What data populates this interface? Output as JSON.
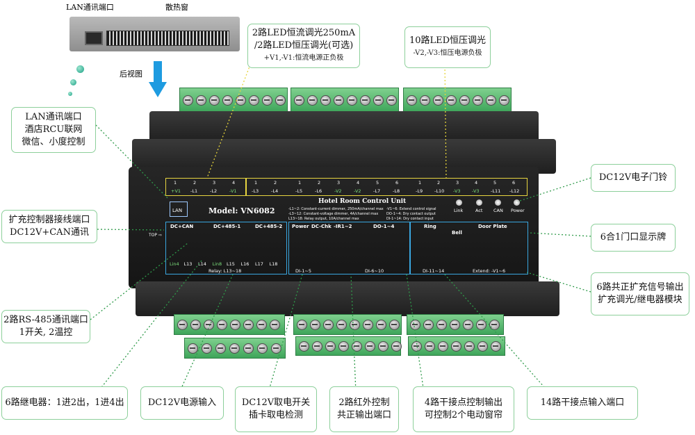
{
  "top_view": {
    "lan_label": "LAN通讯端口",
    "vent_label": "散热窗",
    "rear_view_label": "后视图"
  },
  "callouts": {
    "led_cc": {
      "line1": "2路LED恒流调光250mA",
      "line2": "/2路LED恒压调光(可选)",
      "sub": "+V1,-V1:恒流电源正负极"
    },
    "led_cv": {
      "line1": "10路LED恒压调光",
      "sub": "-V2,-V3:恒压电源负极"
    },
    "lan": {
      "line1": "LAN通讯端口",
      "line2": "酒店RCU联网",
      "line3": "微信、小度控制"
    },
    "expand": {
      "line1": "扩充控制器接线端口",
      "line2": "DC12V+CAN通讯"
    },
    "rs485": {
      "line1": "2路RS-485通讯端口",
      "line2": "1开关, 2温控"
    },
    "relay": {
      "line1": "6路继电器：1进2出，1进4出"
    },
    "power": {
      "line1": "DC12V电源输入"
    },
    "card": {
      "line1": "DC12V取电开关",
      "line2": "插卡取电检测"
    },
    "ir": {
      "line1": "2路红外控制",
      "line2": "共正输出端口"
    },
    "dry_out": {
      "line1": "4路干接点控制输出",
      "line2": "可控制2个电动窗帘"
    },
    "dry_in": {
      "line1": "14路干接点输入端口"
    },
    "bell": {
      "line1": "DC12V电子门铃"
    },
    "doorplate": {
      "line1": "6合1门口显示牌"
    },
    "extend": {
      "line1": "6路共正扩充信号输出",
      "line2": "扩充调光/继电器模块"
    }
  },
  "device": {
    "model": "Model: VN6082",
    "title": "Hotel Room Control Unit",
    "lan_port": "LAN",
    "top_marker": "TOP",
    "notes": [
      "-L1~2: Constant-current dimmer, 250mA/channel max",
      "-L3~12: Constant-voltage dimmer, 4A/channel max",
      "L13~18: Relay output, 10A/channel max",
      "-V1~6: Extend control signal",
      "DO-1~4: Dry contact output",
      "DI-1~14: Dry contact input"
    ],
    "status_leds": [
      "Link",
      "Act",
      "CAN",
      "Power"
    ],
    "top_group1": {
      "nums": [
        "1",
        "2",
        "3",
        "4"
      ],
      "labels": [
        "+V1",
        "-L1",
        "-L2",
        "-V1"
      ]
    },
    "top_group2": {
      "nums": [
        "1",
        "2"
      ],
      "labels": [
        "-L3",
        "-L4"
      ]
    },
    "top_group3": {
      "nums": [
        "1",
        "2",
        "3",
        "4",
        "5",
        "6"
      ],
      "labels": [
        "-L5",
        "-L6",
        "-V2",
        "-V2",
        "-L7",
        "-L8"
      ]
    },
    "top_group4": {
      "nums": [
        "1",
        "2",
        "3",
        "4",
        "5",
        "6"
      ],
      "labels": [
        "-L9",
        "-L10",
        "-V3",
        "-V3",
        "-L11",
        "-L12"
      ]
    },
    "bottom_headers": [
      "DC+CAN",
      "DC+485-1",
      "DC+485-2",
      "Power",
      "DC-Chk",
      "-IR1~2",
      "DO-1~4",
      "Ring",
      "Bell",
      "Door Plate"
    ],
    "relay_row": [
      "Lin4",
      "L13",
      "L14",
      "Lin8",
      "L15",
      "L16",
      "L17",
      "L18"
    ],
    "relay_caption": "Relay: L13~18",
    "di_caption1": "DI-1~5",
    "di_caption2": "DI-6~10",
    "di_caption3": "DI-11~14",
    "extend_caption": "Extend: -V1~6"
  },
  "colors": {
    "callout_border": "#8ccf9a",
    "highlight_yellow": "#e8d640",
    "highlight_blue": "#3aa7e0",
    "terminal_green": "#4cb968",
    "arrow_blue": "#1e9be0"
  }
}
